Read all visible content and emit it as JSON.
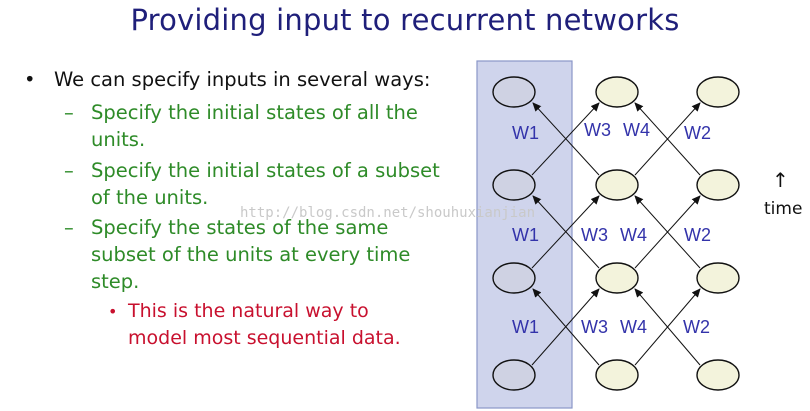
{
  "title": "Providing input to recurrent networks",
  "bullets": {
    "main": "We can specify inputs in several ways:",
    "sub1": [
      "Specify the initial states of all the",
      "units."
    ],
    "sub2": [
      "Specify the initial states of a subset",
      "of the units."
    ],
    "sub3": [
      "Specify the states of the same",
      "subset of the units at every time",
      "step."
    ],
    "subsub": [
      "This is the natural way to",
      "model most sequential data."
    ],
    "bullet_glyph": "•",
    "dash_glyph": "–"
  },
  "watermark": "http://blog.csdn.net/shouhuxianjian",
  "diagram": {
    "weight_labels": {
      "row1": [
        "W1",
        "W3",
        "W4",
        "W2"
      ],
      "row2": [
        "W1",
        "W3",
        "W4",
        "W2"
      ],
      "row3": [
        "W1",
        "W3",
        "W4",
        "W2"
      ]
    },
    "time_label": "time",
    "time_arrow": "↑",
    "colors": {
      "input_column_fill": "#cfd4ec",
      "input_column_border": "#8a97c8",
      "input_unit_fill": "#cfd2e3",
      "hidden_unit_fill": "#f3f3dc",
      "weight_label": "#3333aa",
      "text_main": "#111111",
      "text_green": "#2e8b28",
      "text_red": "#c8102e"
    }
  }
}
